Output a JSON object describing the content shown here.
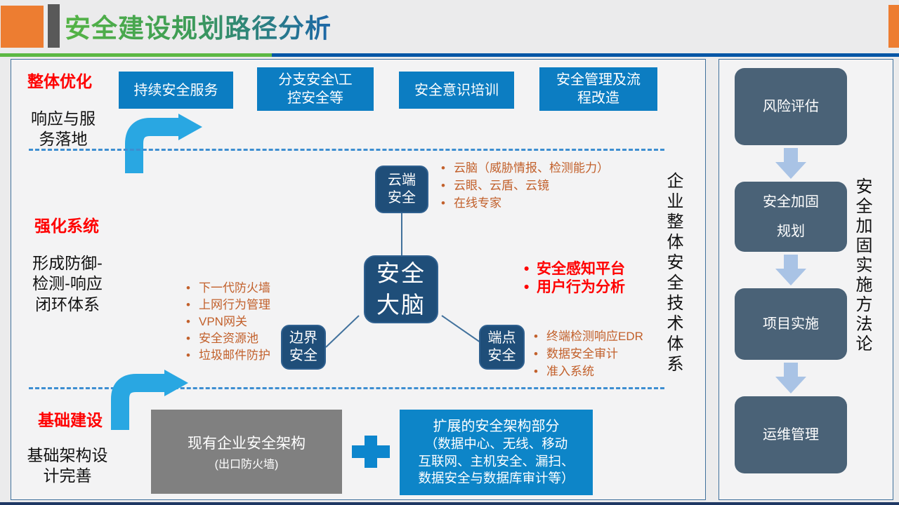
{
  "header": {
    "title": "安全建设规划路径分析"
  },
  "stages": {
    "s1": {
      "label": "整体优化",
      "desc": "响应与服\n务落地"
    },
    "s2": {
      "label": "强化系统",
      "desc": "形成防御-\n检测-响应\n闭环体系"
    },
    "s3": {
      "label": "基础建设",
      "desc": "基础架构设\n计完善"
    }
  },
  "top_boxes": [
    {
      "label": "持续安全服务"
    },
    {
      "label": "分支安全\\工\n控安全等"
    },
    {
      "label": "安全意识培训"
    },
    {
      "label": "安全管理及流\n程改造"
    }
  ],
  "brain": {
    "center": "安全\n大脑",
    "cloud": "云端\n安全",
    "border": "边界\n安全",
    "endpoint": "端点\n安全"
  },
  "bullets": {
    "cloud": [
      "云脑（威胁情报、检测能力）",
      "云眼、云盾、云镜",
      "在线专家"
    ],
    "border": [
      "下一代防火墙",
      "上网行为管理",
      "VPN网关",
      "安全资源池",
      "垃圾邮件防护"
    ],
    "platform": [
      "安全感知平台",
      "用户行为分析"
    ],
    "endpoint": [
      "终端检测响应EDR",
      "数据安全审计",
      "准入系统"
    ]
  },
  "foundation": {
    "existing_title": "现有企业安全架构",
    "existing_sub": "(出口防火墙)",
    "expanded_title": "扩展的安全架构部分",
    "expanded_detail": "（数据中心、无线、移动\n互联网、主机安全、漏扫、\n数据安全与数据库审计等）"
  },
  "side_labels": {
    "left_panel": "企业整体安全技术体系",
    "right_panel": "安全加固实施方法论"
  },
  "flow": [
    {
      "label": "风险评估"
    },
    {
      "label": "安全加固\n规划"
    },
    {
      "label": "项目实施"
    },
    {
      "label": "运维管理"
    }
  ],
  "colors": {
    "accent_blue": "#0C7DC2",
    "navy_node": "#1F4E79",
    "slate_flow": "#4A6277",
    "arrow_sky": "#29A7E2",
    "arrow_light": "#A9C3E5",
    "bullet_orange": "#C2602B",
    "alert_red": "#FF0000",
    "header_orange": "#ED7D31",
    "divider_green": "#5CB843",
    "divider_blue": "#0456A6"
  }
}
